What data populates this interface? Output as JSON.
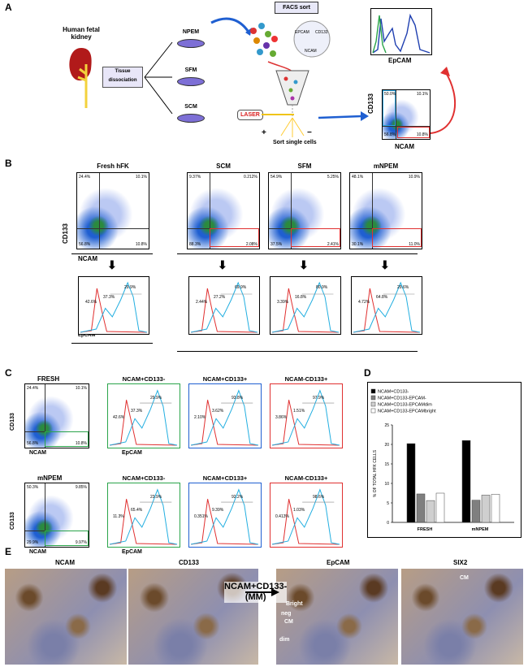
{
  "panelA": {
    "letter": "A",
    "kidney_label": "Human fetal kidney",
    "dissociation": "Tissue dissociation",
    "media": [
      "NPEM",
      "SFM",
      "SCM"
    ],
    "facs": "FACS sort",
    "markers": [
      "EPCAM",
      "CD133",
      "NCAM"
    ],
    "laser": "LASER",
    "plus": "+",
    "minus": "−",
    "sort_single": "Sort single cells",
    "epcam_axis": "EpCAM",
    "cd133_axis": "CD133",
    "ncam_axis": "NCAM",
    "quad": [
      "50.0%",
      "10.1%",
      "56.8%",
      "10.8%"
    ]
  },
  "panelB": {
    "letter": "B",
    "cd133_axis": "CD133",
    "ncam_axis": "NCAM",
    "epcam_axis": "EpCAM",
    "plots": [
      {
        "title": "Fresh hFK",
        "q": [
          "24.4%",
          "10.1%",
          "56.8%",
          "10.8%"
        ],
        "h": [
          "42.6%",
          "37.3%",
          "29.9%"
        ]
      },
      {
        "title": "SCM",
        "q": [
          "9.37%",
          "0.212%",
          "88.3%",
          "2.08%"
        ],
        "h": [
          "2.44%",
          "27.2%",
          "69.9%"
        ]
      },
      {
        "title": "SFM",
        "q": [
          "54.9%",
          "5.25%",
          "37.5%",
          "2.41%"
        ],
        "h": [
          "3.39%",
          "16.8%",
          "80.9%"
        ]
      },
      {
        "title": "mNPEM",
        "q": [
          "48.1%",
          "10.9%",
          "30.1%",
          "11.0%"
        ],
        "h": [
          "4.72%",
          "64.8%",
          "29.6%"
        ]
      }
    ]
  },
  "panelC": {
    "letter": "C",
    "cd133_axis": "CD133",
    "ncam_axis": "NCAM",
    "epcam_axis": "EpCAM",
    "rows": [
      {
        "scatter_title": "FRESH",
        "q": [
          "24.4%",
          "10.1%",
          "56.8%",
          "10.8%"
        ],
        "hists": [
          {
            "title": "NCAM+CD133-",
            "v": [
              "42.6%",
              "37.3%",
              "29.9%"
            ]
          },
          {
            "title": "NCAM+CD133+",
            "v": [
              "2.10%",
              "3.62%",
              "93.8%"
            ]
          },
          {
            "title": "NCAM-CD133+",
            "v": [
              "3.86%",
              "1.51%",
              "97.9%"
            ]
          }
        ]
      },
      {
        "scatter_title": "mNPEM",
        "q": [
          "50.3%",
          "9.85%",
          "29.9%",
          "9.97%"
        ],
        "hists": [
          {
            "title": "NCAM+CD133-",
            "v": [
              "11.3%",
              "65.4%",
              "23.9%"
            ]
          },
          {
            "title": "NCAM+CD133+",
            "v": [
              "0.351%",
              "9.39%",
              "92.2%"
            ]
          },
          {
            "title": "NCAM-CD133+",
            "v": [
              "0.413%",
              "1.03%",
              "98.6%"
            ]
          }
        ]
      }
    ]
  },
  "panelD": {
    "letter": "D"
  },
  "chart_data": {
    "type": "bar",
    "categories": [
      "FRESH",
      "mNPEM"
    ],
    "ylabel": "% OF TOTAL HFK CELLS",
    "ylim": [
      0,
      25
    ],
    "yticks": [
      "0",
      "5",
      "10",
      "15",
      "20",
      "25"
    ],
    "legend": "top-left",
    "series": [
      {
        "name": "NCAM+CD133-",
        "values": [
          20.2,
          21.0
        ],
        "color": "#000000"
      },
      {
        "name": "NCAM+CD133-EPCAM-",
        "values": [
          7.3,
          5.7
        ],
        "color": "#7f7f7f"
      },
      {
        "name": "NCAM+CD133-EPCAMdim",
        "values": [
          5.6,
          7.0
        ],
        "color": "#cfcfcf"
      },
      {
        "name": "NCAM+CD133-EPCAMbright",
        "values": [
          7.5,
          7.2
        ],
        "color": "#ffffff"
      }
    ]
  },
  "panelE": {
    "letter": "E",
    "titles": [
      "NCAM",
      "CD133",
      "EpCAM",
      "SIX2"
    ],
    "arrow_label": "NCAM+CD133-\n(MM)",
    "arrow_line1": "NCAM+CD133-",
    "arrow_line2": "(MM)",
    "annotations": [
      "Bright",
      "neg",
      "CM",
      "dim",
      "CM"
    ]
  },
  "colors": {
    "accent_blue": "#1f5fd1",
    "accent_red": "#e03030",
    "teal": "#22aee0",
    "green": "#2aa44a"
  }
}
